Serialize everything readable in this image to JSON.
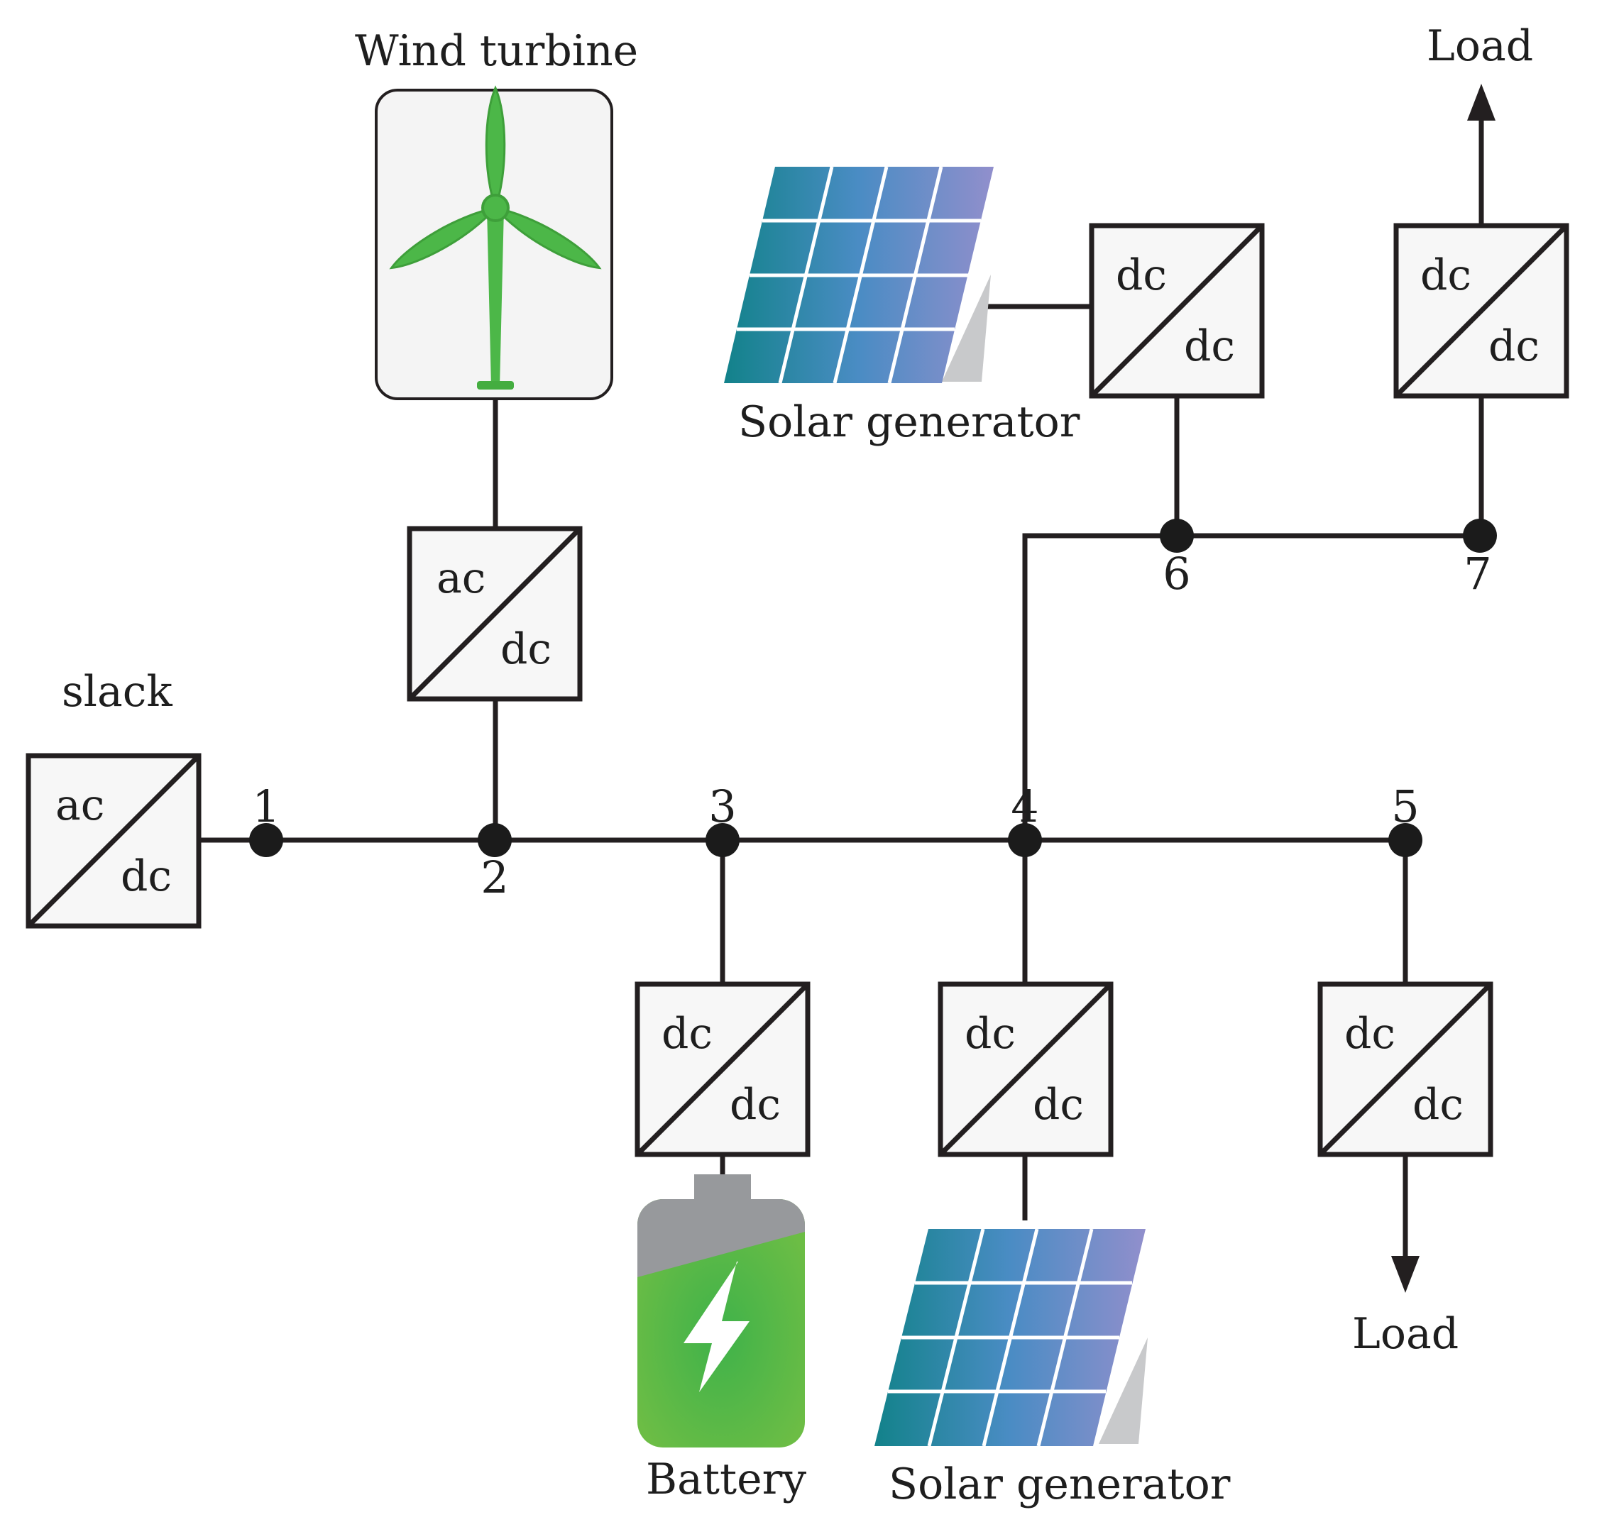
{
  "labels": {
    "wind_turbine": "Wind turbine",
    "slack": "slack",
    "solar_top": "Solar generator",
    "solar_bottom": "Solar generator",
    "battery": "Battery",
    "load_top": "Load",
    "load_bottom": "Load"
  },
  "converters": {
    "slack": {
      "top": "ac",
      "bottom": "dc"
    },
    "wind": {
      "top": "ac",
      "bottom": "dc"
    },
    "solar_top": {
      "top": "dc",
      "bottom": "dc"
    },
    "load_top": {
      "top": "dc",
      "bottom": "dc"
    },
    "battery": {
      "top": "dc",
      "bottom": "dc"
    },
    "solar_bottom": {
      "top": "dc",
      "bottom": "dc"
    },
    "load_bottom": {
      "top": "dc",
      "bottom": "dc"
    }
  },
  "nodes": [
    "1",
    "2",
    "3",
    "4",
    "5",
    "6",
    "7"
  ],
  "colors": {
    "wire": "#231f20",
    "wind_blade": "#4cb748",
    "battery_top": "#97999c",
    "battery_fill": "#5dbb46",
    "battery_bolt": "#ffffff",
    "panel_start": "#12828a",
    "panel_end": "#918fcc",
    "panel_shadow": "#c8c9cb"
  },
  "icons": [
    "wind-turbine-icon",
    "solar-panel-icon",
    "battery-icon",
    "arrow-up-icon",
    "arrow-down-icon"
  ]
}
